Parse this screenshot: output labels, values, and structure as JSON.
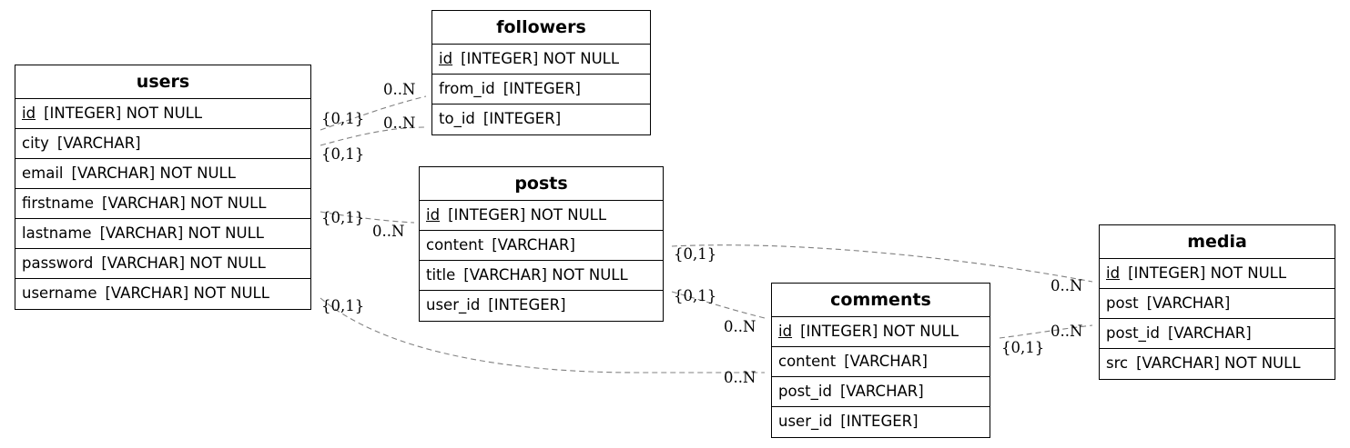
{
  "entities": [
    {
      "id": "users",
      "name": "users",
      "columns": [
        {
          "name": "id",
          "type": "[INTEGER] NOT NULL",
          "pk": true
        },
        {
          "name": "city",
          "type": "[VARCHAR]",
          "pk": false
        },
        {
          "name": "email",
          "type": "[VARCHAR] NOT NULL",
          "pk": false
        },
        {
          "name": "firstname",
          "type": "[VARCHAR] NOT NULL",
          "pk": false
        },
        {
          "name": "lastname",
          "type": "[VARCHAR] NOT NULL",
          "pk": false
        },
        {
          "name": "password",
          "type": "[VARCHAR] NOT NULL",
          "pk": false
        },
        {
          "name": "username",
          "type": "[VARCHAR] NOT NULL",
          "pk": false
        }
      ]
    },
    {
      "id": "followers",
      "name": "followers",
      "columns": [
        {
          "name": "id",
          "type": "[INTEGER] NOT NULL",
          "pk": true
        },
        {
          "name": "from_id",
          "type": "[INTEGER]",
          "pk": false
        },
        {
          "name": "to_id",
          "type": "[INTEGER]",
          "pk": false
        }
      ]
    },
    {
      "id": "posts",
      "name": "posts",
      "columns": [
        {
          "name": "id",
          "type": "[INTEGER] NOT NULL",
          "pk": true
        },
        {
          "name": "content",
          "type": "[VARCHAR]",
          "pk": false
        },
        {
          "name": "title",
          "type": "[VARCHAR] NOT NULL",
          "pk": false
        },
        {
          "name": "user_id",
          "type": "[INTEGER]",
          "pk": false
        }
      ]
    },
    {
      "id": "comments",
      "name": "comments",
      "columns": [
        {
          "name": "id",
          "type": "[INTEGER] NOT NULL",
          "pk": true
        },
        {
          "name": "content",
          "type": "[VARCHAR]",
          "pk": false
        },
        {
          "name": "post_id",
          "type": "[VARCHAR]",
          "pk": false
        },
        {
          "name": "user_id",
          "type": "[INTEGER]",
          "pk": false
        }
      ]
    },
    {
      "id": "media",
      "name": "media",
      "columns": [
        {
          "name": "id",
          "type": "[INTEGER] NOT NULL",
          "pk": true
        },
        {
          "name": "post",
          "type": "[VARCHAR]",
          "pk": false
        },
        {
          "name": "post_id",
          "type": "[VARCHAR]",
          "pk": false
        },
        {
          "name": "src",
          "type": "[VARCHAR] NOT NULL",
          "pk": false
        }
      ]
    }
  ],
  "relationships": [
    {
      "id": "users-followers-from",
      "from": "users",
      "to": "followers",
      "from_card": "{0,1}",
      "to_card": "0..N"
    },
    {
      "id": "users-followers-to",
      "from": "users",
      "to": "followers",
      "from_card": "{0,1}",
      "to_card": "0..N"
    },
    {
      "id": "users-posts",
      "from": "users",
      "to": "posts",
      "from_card": "{0,1}",
      "to_card": "0..N"
    },
    {
      "id": "users-comments",
      "from": "users",
      "to": "comments",
      "from_card": "{0,1}",
      "to_card": "0..N"
    },
    {
      "id": "posts-media",
      "from": "posts",
      "to": "media",
      "from_card": "{0,1}",
      "to_card": "0..N"
    },
    {
      "id": "posts-comments",
      "from": "posts",
      "to": "comments",
      "from_card": "{0,1}",
      "to_card": "0..N"
    },
    {
      "id": "comments-media",
      "from": "comments",
      "to": "media",
      "from_card": "{0,1}",
      "to_card": "0..N"
    }
  ],
  "colors": {
    "border": "#000000",
    "edge": "#808080",
    "background": "#ffffff"
  }
}
